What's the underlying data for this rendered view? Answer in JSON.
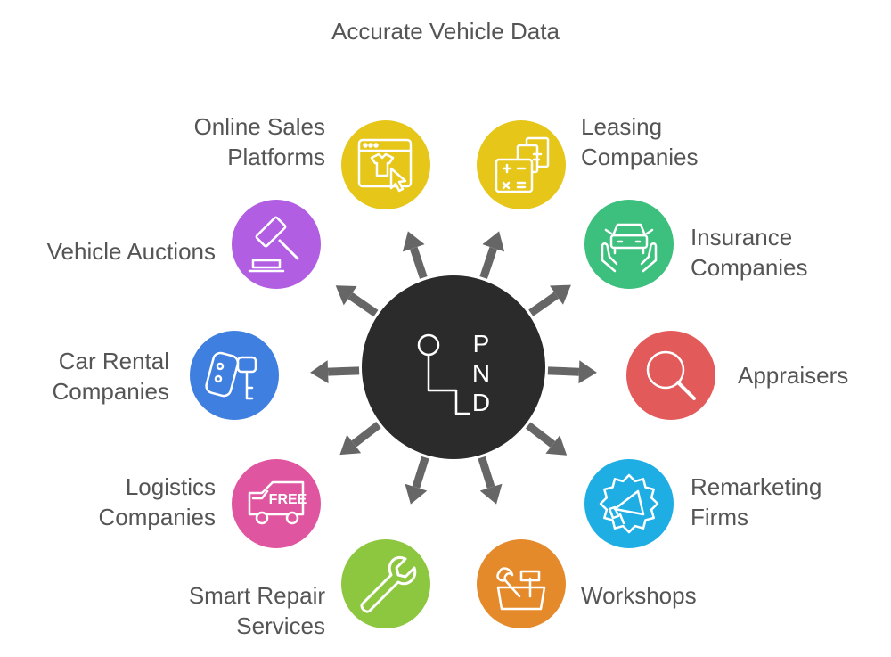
{
  "title": "Accurate Vehicle Data",
  "hub": {
    "icon": "gear-shift-icon",
    "letters": [
      "P",
      "N",
      "D"
    ],
    "color": "#2b2b2b"
  },
  "arrow_color": "#666666",
  "nodes": [
    {
      "id": "online-sales-platforms",
      "label": "Online Sales\nPlatforms",
      "color": "#e6c619",
      "icon": "online-shop-icon"
    },
    {
      "id": "leasing-companies",
      "label": "Leasing\nCompanies",
      "color": "#e6c619",
      "icon": "calculator-documents-icon"
    },
    {
      "id": "insurance-companies",
      "label": "Insurance\nCompanies",
      "color": "#3dbf7e",
      "icon": "car-in-hands-icon"
    },
    {
      "id": "appraisers",
      "label": "Appraisers",
      "color": "#e35a5a",
      "icon": "magnifier-icon"
    },
    {
      "id": "remarketing-firms",
      "label": "Remarketing\nFirms",
      "color": "#1eaee3",
      "icon": "megaphone-icon"
    },
    {
      "id": "workshops",
      "label": "Workshops",
      "color": "#e58a2b",
      "icon": "toolbox-icon"
    },
    {
      "id": "smart-repair-services",
      "label": "Smart Repair\nServices",
      "color": "#8dc63f",
      "icon": "wrench-icon"
    },
    {
      "id": "logistics-companies",
      "label": "Logistics\nCompanies",
      "color": "#e0559f",
      "icon": "free-delivery-truck-icon"
    },
    {
      "id": "car-rental-companies",
      "label": "Car Rental\nCompanies",
      "color": "#3f7fe0",
      "icon": "car-key-icon"
    },
    {
      "id": "vehicle-auctions",
      "label": "Vehicle Auctions",
      "color": "#b15ee3",
      "icon": "gavel-icon"
    }
  ],
  "icon_texts": {
    "free": "FREE"
  }
}
